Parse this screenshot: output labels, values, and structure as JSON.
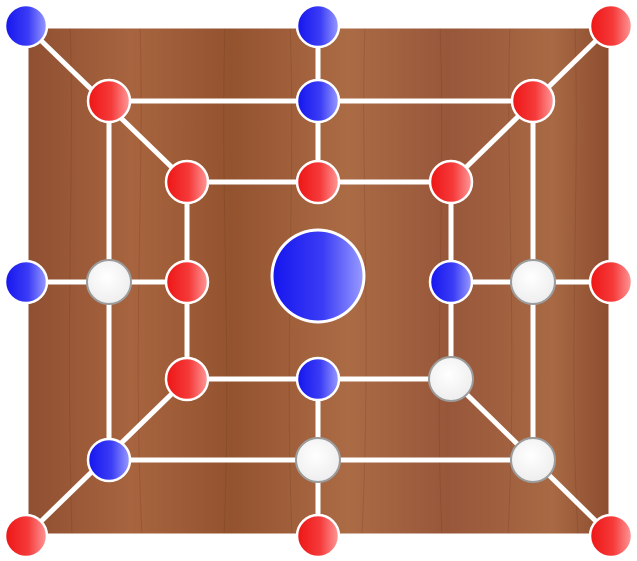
{
  "game": {
    "name": "",
    "current_turn": "blue"
  },
  "colors": {
    "board_wood": "#9a5a3a",
    "board_wood_light": "#b0704d",
    "board_wood_dark": "#7e4428",
    "line": "#ffffff",
    "blue_light": "#8a8cff",
    "blue_dark": "#1515ee",
    "red_light": "#ff8a8a",
    "red_dark": "#ee1515",
    "empty_fill": "#ffffff",
    "empty_stroke": "#bbbbbb",
    "piece_stroke": "#ffffff"
  },
  "points": [
    {
      "id": "outer-top-left",
      "state": "blue"
    },
    {
      "id": "outer-top-mid",
      "state": "blue"
    },
    {
      "id": "outer-top-right",
      "state": "red"
    },
    {
      "id": "outer-mid-left",
      "state": "blue"
    },
    {
      "id": "outer-mid-right",
      "state": "red"
    },
    {
      "id": "outer-bottom-left",
      "state": "red"
    },
    {
      "id": "outer-bottom-mid",
      "state": "red"
    },
    {
      "id": "outer-bottom-right",
      "state": "red"
    },
    {
      "id": "middle-top-left",
      "state": "red"
    },
    {
      "id": "middle-top-mid",
      "state": "blue"
    },
    {
      "id": "middle-top-right",
      "state": "red"
    },
    {
      "id": "middle-mid-left",
      "state": "empty"
    },
    {
      "id": "middle-mid-right",
      "state": "empty"
    },
    {
      "id": "middle-bottom-left",
      "state": "blue"
    },
    {
      "id": "middle-bottom-mid",
      "state": "empty"
    },
    {
      "id": "middle-bottom-right",
      "state": "empty"
    },
    {
      "id": "inner-top-left",
      "state": "red"
    },
    {
      "id": "inner-top-mid",
      "state": "red"
    },
    {
      "id": "inner-top-right",
      "state": "red"
    },
    {
      "id": "inner-mid-left",
      "state": "red"
    },
    {
      "id": "inner-mid-right",
      "state": "blue"
    },
    {
      "id": "inner-bottom-left",
      "state": "red"
    },
    {
      "id": "inner-bottom-mid",
      "state": "blue"
    },
    {
      "id": "inner-bottom-right",
      "state": "empty"
    }
  ]
}
